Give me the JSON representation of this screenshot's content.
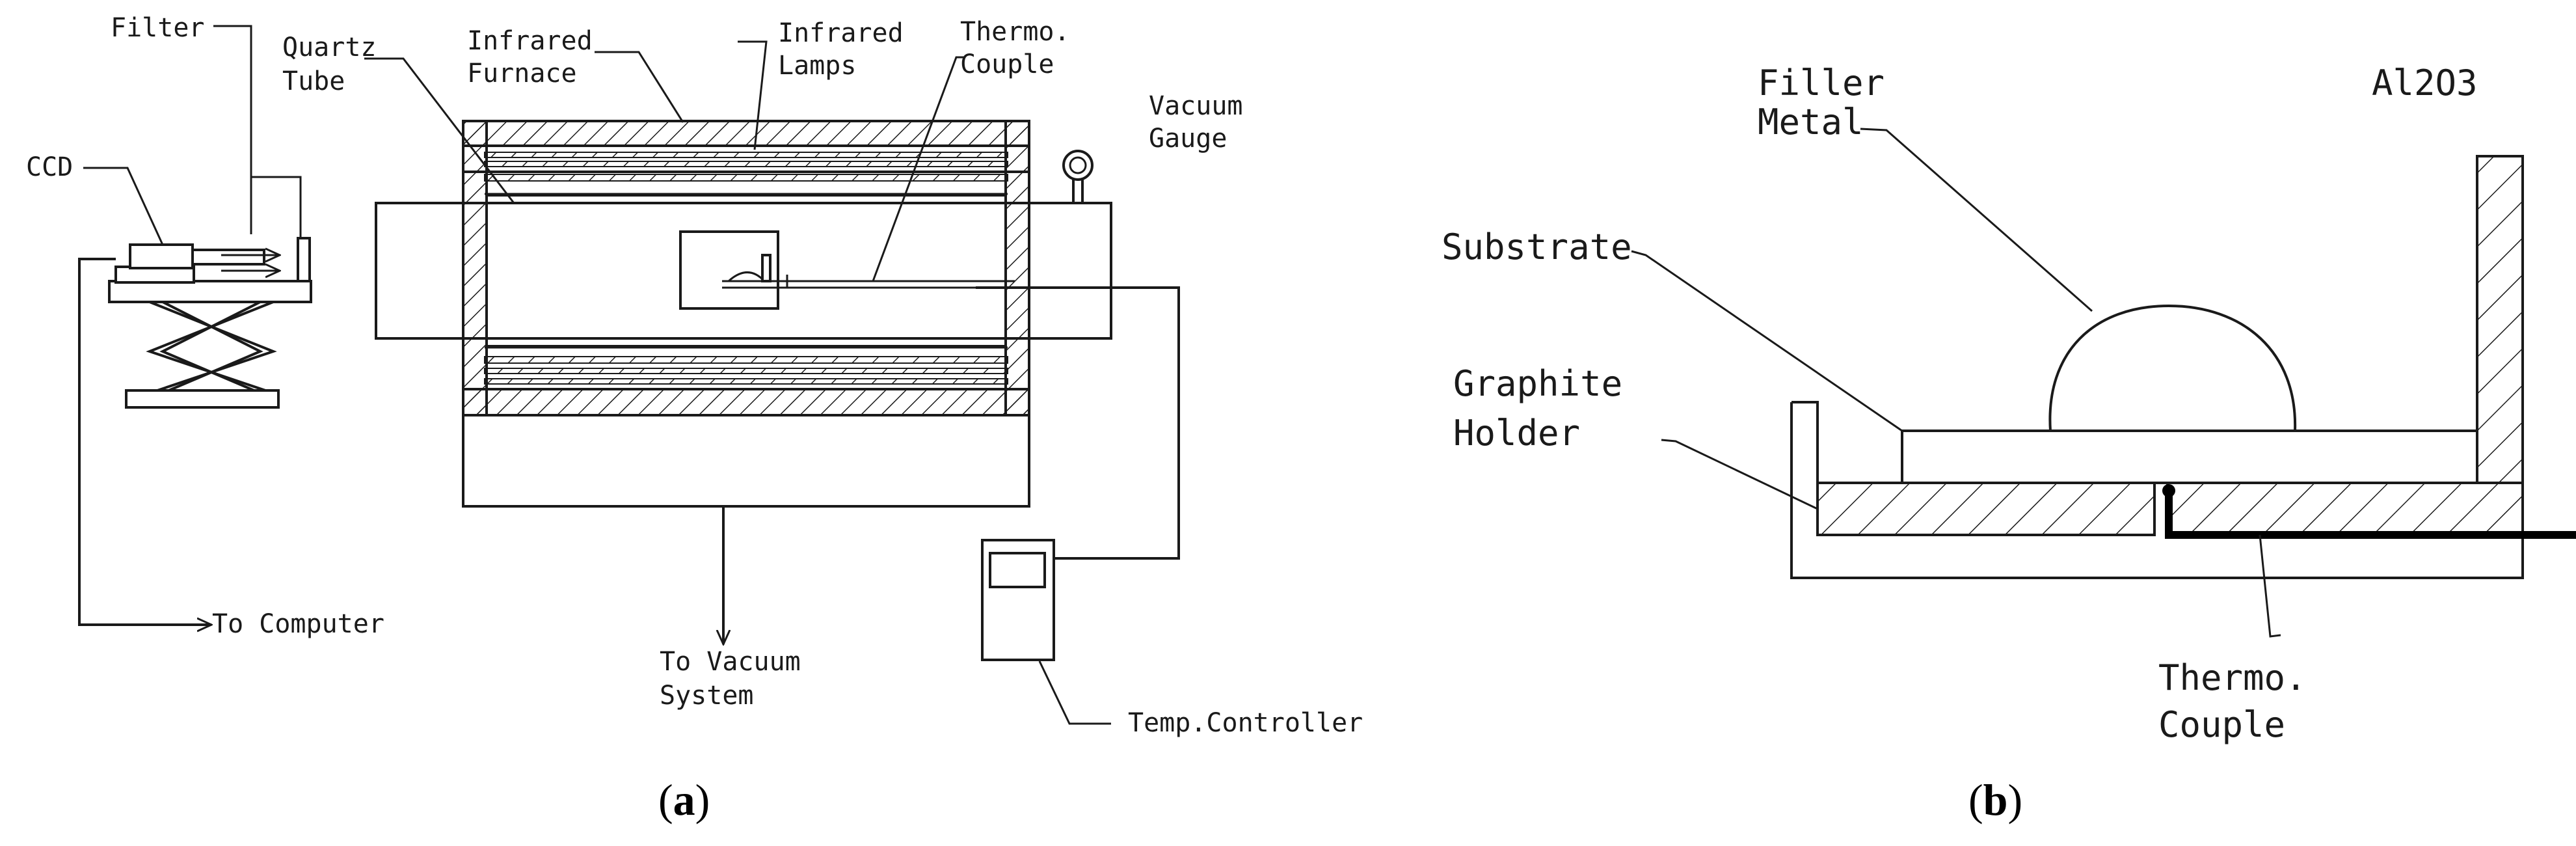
{
  "panel_a": {
    "caption_letter": "a",
    "labels": {
      "filter": "Filter",
      "ccd": "CCD",
      "quartz_tube": [
        "Quartz",
        "Tube"
      ],
      "infrared_furnace": [
        "Infrared",
        "Furnace"
      ],
      "infrared_lamps": [
        "Infrared",
        "Lamps"
      ],
      "thermo_couple": [
        "Thermo.",
        "Couple"
      ],
      "vacuum_gauge": [
        "Vacuum",
        "Gauge"
      ],
      "to_computer": "To Computer",
      "to_vacuum_system": [
        "To Vacuum",
        "System"
      ],
      "temp_controller": "Temp.Controller"
    }
  },
  "panel_b": {
    "caption_letter": "b",
    "labels": {
      "filler_metal": [
        "Filler",
        "Metal"
      ],
      "al2o3": "Al2O3",
      "substrate": "Substrate",
      "graphite_holder": [
        "Graphite",
        "Holder"
      ],
      "thermo_couple": [
        "Thermo.",
        "Couple"
      ]
    }
  }
}
